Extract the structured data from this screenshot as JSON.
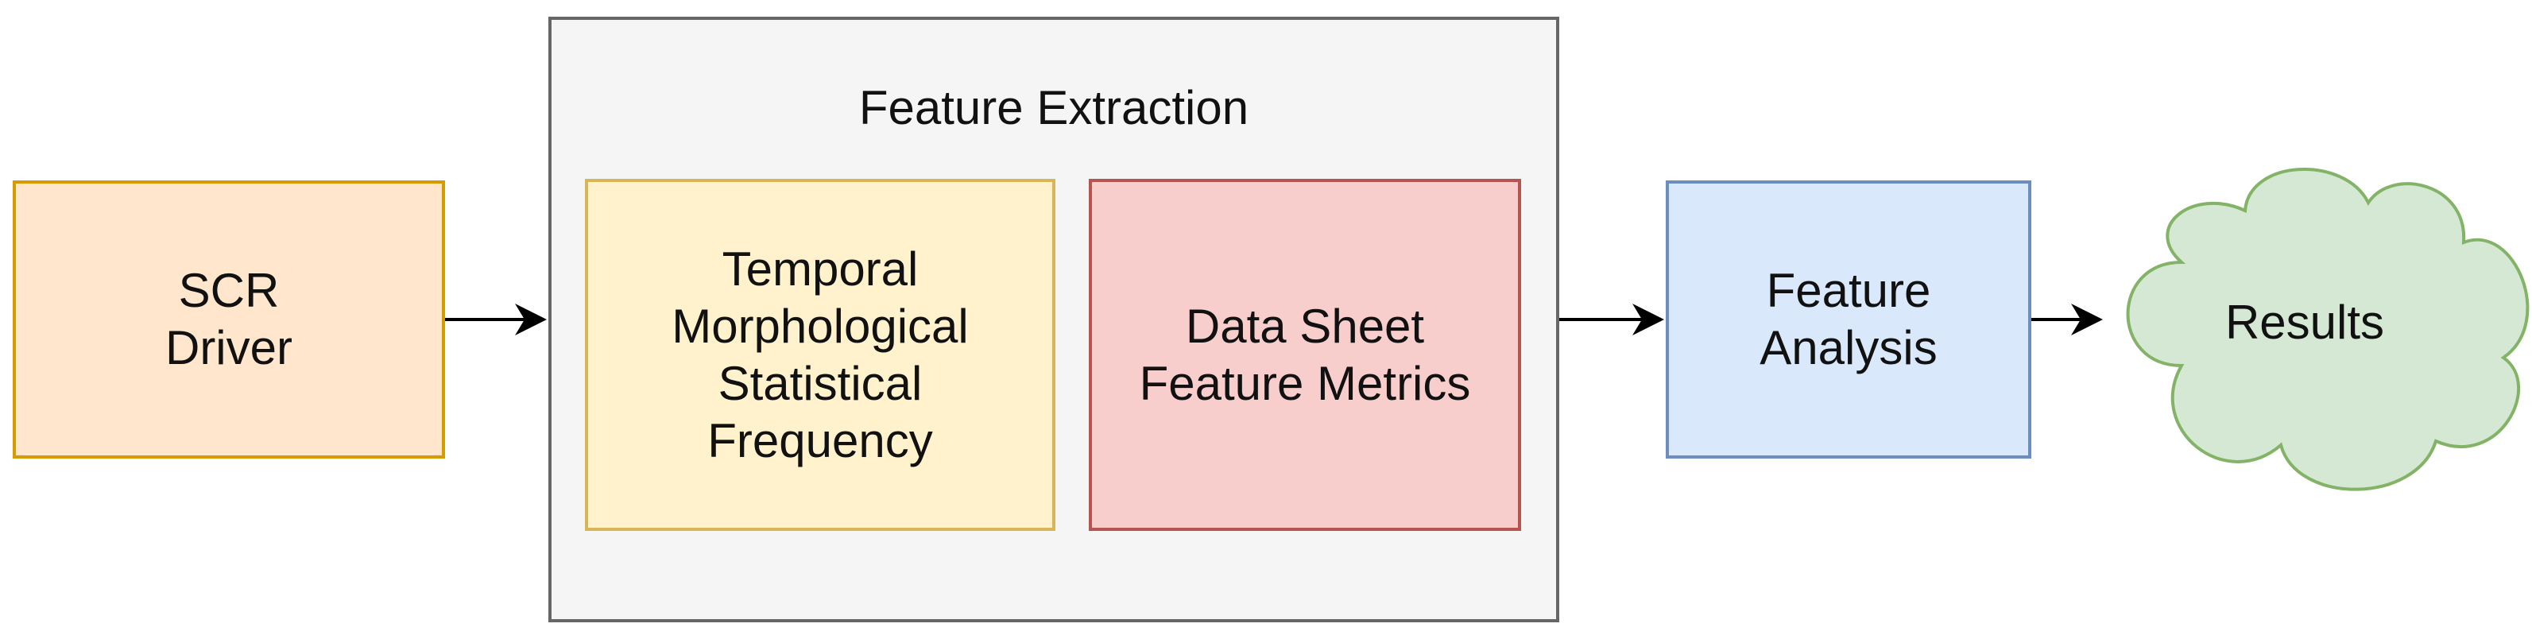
{
  "nodes": {
    "scr_driver": "SCR\nDriver",
    "feature_extraction": {
      "title": "Feature Extraction",
      "features": "Temporal\nMorphological\nStatistical\nFrequency",
      "data_sheet": "Data Sheet\nFeature Metrics"
    },
    "feature_analysis": "Feature\nAnalysis",
    "results": "Results"
  },
  "colors": {
    "scr_fill": "#ffe6cc",
    "scr_stroke": "#d79b00",
    "group_fill": "#f5f5f5",
    "group_stroke": "#666666",
    "features_fill": "#fff2cc",
    "features_stroke": "#d6b656",
    "datasheet_fill": "#f8cecc",
    "datasheet_stroke": "#b85450",
    "analysis_fill": "#dae8fc",
    "analysis_stroke": "#6c8ebf",
    "results_fill": "#d5e8d4",
    "results_stroke": "#82b366",
    "arrow": "#000000"
  }
}
